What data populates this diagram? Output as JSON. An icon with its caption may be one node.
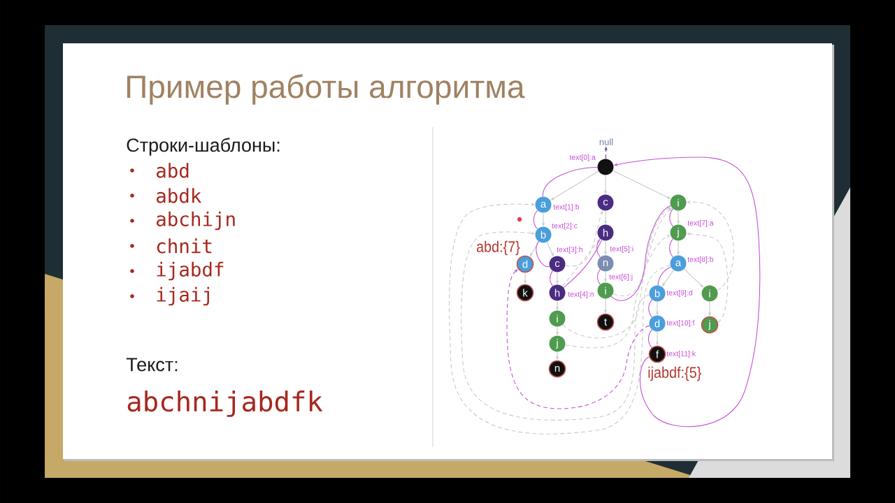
{
  "diagram": {
    "title": "Пример работы алгоритма",
    "nodes": [
      {
        "text": [
          "null"
        ]
      },
      {
        "text": [],
        "shape": "circle",
        "beside": [
          "text[0]:a"
        ]
      },
      {
        "text": [
          "a"
        ],
        "beside": [
          "text[1]:b"
        ]
      },
      {
        "text": [
          "c"
        ]
      },
      {
        "text": [
          "i"
        ]
      },
      {
        "text": [
          "b"
        ],
        "beside": [
          "text[2]:c"
        ]
      },
      {
        "text": [
          "h"
        ]
      },
      {
        "text": [
          "j"
        ],
        "beside": [
          "text[7]:a"
        ]
      },
      {
        "text": [
          "d"
        ],
        "beside": [
          "abd:{7}"
        ]
      },
      {
        "text": [
          "c"
        ],
        "beside": [
          "text[3]:h"
        ]
      },
      {
        "text": [
          "n"
        ],
        "beside": [
          "text[5]:i"
        ]
      },
      {
        "text": [
          "a"
        ],
        "beside": [
          "text[8]:b"
        ]
      },
      {
        "text": [
          "k"
        ]
      },
      {
        "text": [
          "h"
        ],
        "beside": [
          "text[4]:n"
        ]
      },
      {
        "text": [
          "i"
        ],
        "beside": [
          "text[6]:j"
        ]
      },
      {
        "text": [
          "b"
        ],
        "beside": [
          "text[9]:d"
        ]
      },
      {
        "text": [
          "i"
        ]
      },
      {
        "text": [
          "i"
        ]
      },
      {
        "text": [
          "t"
        ]
      },
      {
        "text": [
          "d"
        ],
        "beside": [
          "text[10]:f"
        ]
      },
      {
        "text": [
          "j"
        ]
      },
      {
        "text": [
          "j"
        ]
      },
      {
        "text": [
          "f"
        ],
        "beside": [
          "text[11]:k",
          "ijabdf:{5}"
        ]
      },
      {
        "text": [
          "n"
        ]
      }
    ],
    "edges": [
      {
        "from": 1,
        "to": 2,
        "arrow": "to"
      },
      {
        "from": 1,
        "to": 3,
        "arrow": "to"
      },
      {
        "from": 1,
        "to": 4,
        "arrow": "to"
      },
      {
        "from": 2,
        "to": 5,
        "arrow": "to"
      },
      {
        "from": 5,
        "to": 8,
        "arrow": "to"
      },
      {
        "from": 5,
        "to": 9,
        "arrow": "to"
      },
      {
        "from": 8,
        "to": 12,
        "arrow": "to"
      },
      {
        "from": 9,
        "to": 13,
        "arrow": "to"
      },
      {
        "from": 13,
        "to": 17,
        "arrow": "to"
      },
      {
        "from": 17,
        "to": 21,
        "arrow": "to"
      },
      {
        "from": 21,
        "to": 23,
        "arrow": "to"
      },
      {
        "from": 3,
        "to": 6,
        "arrow": "to"
      },
      {
        "from": 6,
        "to": 10,
        "arrow": "to"
      },
      {
        "from": 10,
        "to": 14,
        "arrow": "to"
      },
      {
        "from": 14,
        "to": 18,
        "arrow": "to"
      },
      {
        "from": 4,
        "to": 7,
        "arrow": "to"
      },
      {
        "from": 7,
        "to": 11,
        "arrow": "to"
      },
      {
        "from": 11,
        "to": 15,
        "arrow": "to"
      },
      {
        "from": 11,
        "to": 16,
        "arrow": "to"
      },
      {
        "from": 15,
        "to": 19,
        "arrow": "to"
      },
      {
        "from": 19,
        "to": 22,
        "arrow": "to"
      },
      {
        "from": 16,
        "to": 20,
        "arrow": "to"
      },
      {
        "from": 1,
        "to": 0,
        "arrow": "to",
        "style": "dashed",
        "color": "#5b3e8e"
      },
      {
        "from": 9,
        "to": 3,
        "arrow": "to",
        "style": "dashed"
      },
      {
        "from": 13,
        "to": 6,
        "arrow": "to",
        "style": "dashed"
      },
      {
        "from": 17,
        "to": 4,
        "arrow": "to",
        "style": "dashed"
      },
      {
        "from": 21,
        "to": 7,
        "arrow": "to",
        "style": "dashed"
      },
      {
        "from": 14,
        "to": 4,
        "arrow": "to",
        "style": "dashed"
      },
      {
        "from": 11,
        "to": 2,
        "arrow": "to",
        "style": "dashed"
      },
      {
        "from": 15,
        "to": 5,
        "arrow": "to",
        "style": "dashed"
      },
      {
        "from": 19,
        "to": 8,
        "arrow": "to",
        "style": "dashed",
        "color": "#c651d6"
      },
      {
        "from": 16,
        "to": 4,
        "arrow": "to",
        "style": "dashed"
      },
      {
        "from": 20,
        "to": 7,
        "arrow": "to",
        "style": "dashed"
      },
      {
        "from": 1,
        "to": 2,
        "arrow": "none",
        "color": "#c651d6"
      },
      {
        "from": 2,
        "to": 5,
        "arrow": "none",
        "color": "#c651d6"
      },
      {
        "from": 5,
        "to": 9,
        "arrow": "none",
        "color": "#c651d6"
      },
      {
        "from": 9,
        "to": 13,
        "arrow": "none",
        "color": "#c651d6"
      },
      {
        "from": 13,
        "to": 6,
        "arrow": "none",
        "color": "#c651d6"
      },
      {
        "from": 6,
        "to": 10,
        "arrow": "none",
        "color": "#c651d6"
      },
      {
        "from": 10,
        "to": 14,
        "arrow": "none",
        "color": "#c651d6"
      },
      {
        "from": 14,
        "to": 4,
        "arrow": "none",
        "color": "#c651d6"
      },
      {
        "from": 4,
        "to": 7,
        "arrow": "none",
        "color": "#c651d6"
      },
      {
        "from": 7,
        "to": 11,
        "arrow": "none",
        "color": "#c651d6"
      },
      {
        "from": 11,
        "to": 15,
        "arrow": "none",
        "color": "#c651d6"
      },
      {
        "from": 15,
        "to": 19,
        "arrow": "none",
        "color": "#c651d6"
      },
      {
        "from": 19,
        "to": 22,
        "arrow": "none",
        "color": "#c651d6"
      },
      {
        "from": 22,
        "to": 1,
        "arrow": "to",
        "color": "#c651d6"
      }
    ],
    "labels": [
      "Строки-шаблоны:",
      "abd",
      "abdk",
      "abchijn",
      "chnit",
      "ijabdf",
      "ijaij",
      "Текст:",
      "abchnijabdfk"
    ]
  }
}
